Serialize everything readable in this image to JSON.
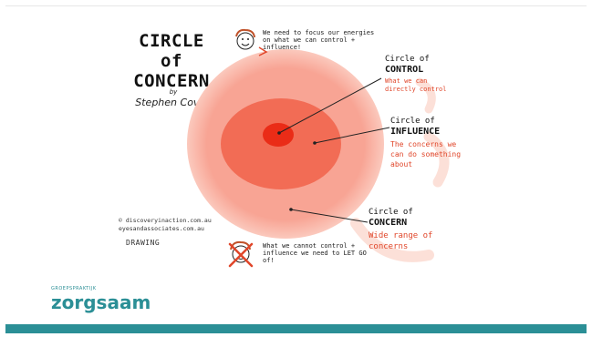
{
  "title_lines": [
    "CIRCLE",
    "of",
    "CONCERN"
  ],
  "author": {
    "by": "by",
    "name": "Stephen Covey"
  },
  "hints": {
    "top": "We need to focus our energies on what we can control + influence!",
    "bottom": "What we cannot control + influence we need to LET GO of!"
  },
  "credits": [
    "© discoveryinaction.com.au",
    "eyesandassociates.com.au"
  ],
  "drawing_label": "DRAWING",
  "circles": {
    "control": {
      "name1": "Circle of",
      "name2": "CONTROL",
      "desc": "What we can directly control"
    },
    "influence": {
      "name1": "Circle of",
      "name2": "INFLUENCE",
      "desc": "The concerns we can do something about"
    },
    "concern": {
      "name1": "Circle of",
      "name2": "CONCERN",
      "desc": "Wide range of concerns"
    }
  },
  "logo": {
    "small": "GROEPSPRAKTIJK",
    "main": "zorgsaam"
  },
  "colors": {
    "concern": "#f8a494",
    "influence": "#f26c55",
    "control": "#ea2c17",
    "annotation": "#e0462a",
    "brand": "#2b8f96"
  }
}
